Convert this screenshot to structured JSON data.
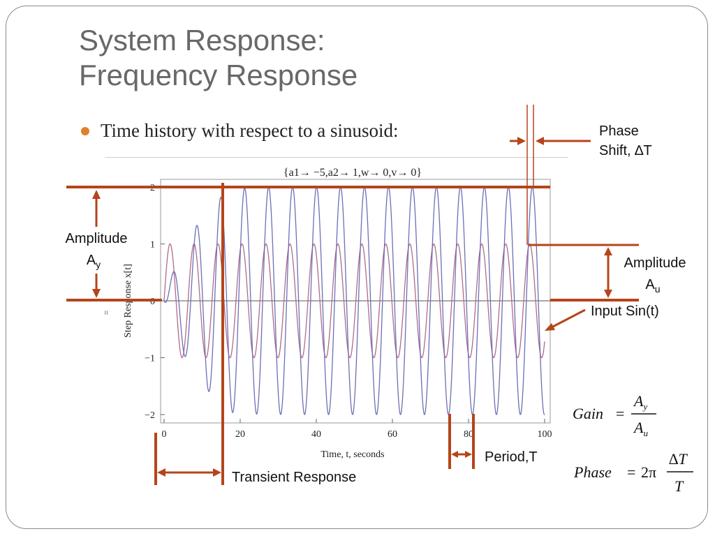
{
  "slide": {
    "title_line1": "System Response:",
    "title_line2": "Frequency Response",
    "bullet": "Time history with respect to a sinusoid:"
  },
  "chart_data": {
    "type": "line",
    "title": "{a1→ −5,a2→ 1,w→ 0,v→ 0}",
    "xlabel": "Time, t, seconds",
    "ylabel": "Step Response x[t]",
    "ylabel_prefix": "=",
    "xlim": [
      0,
      100
    ],
    "ylim": [
      -2,
      2
    ],
    "xticks": [
      0,
      20,
      40,
      60,
      80,
      100
    ],
    "yticks": [
      -2,
      -1,
      0,
      1,
      2
    ],
    "grid": false,
    "series": [
      {
        "role": "input",
        "color": "#b06a8a",
        "amplitude": 1,
        "period": 6.3,
        "phase": 0
      },
      {
        "role": "output",
        "color": "#6b6fb5",
        "amplitude": 2,
        "period": 6.3,
        "phase_shift": 0.7,
        "transient_end": 17
      }
    ]
  },
  "annotations": {
    "amplitude_y_label": "Amplitude",
    "amplitude_y_symbol": "A",
    "amplitude_y_sub": "y",
    "amplitude_u_label": "Amplitude",
    "amplitude_u_symbol": "A",
    "amplitude_u_sub": "u",
    "phase_shift_line1": "Phase",
    "phase_shift_line2": "Shift, ∆T",
    "input_label": "Input Sin(t)",
    "period_label": "Period,T",
    "transient_label": "Transient Response",
    "accent_color": "#b5451b"
  },
  "formulas": {
    "gain_lhs": "Gain",
    "gain_num": "A",
    "gain_num_sub": "y",
    "gain_den": "A",
    "gain_den_sub": "u",
    "phase_lhs": "Phase",
    "phase_rhs": "2π",
    "phase_num": "∆T",
    "phase_den": "T",
    "equals": "="
  }
}
